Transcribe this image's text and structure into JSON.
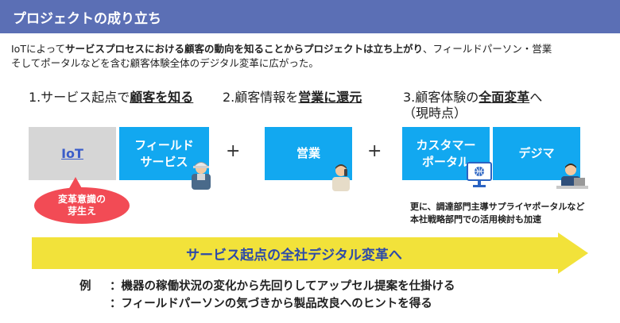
{
  "header": {
    "title": "プロジェクトの成り立ち"
  },
  "intro": {
    "line1_a": "IoTによって",
    "line1_b": "サービスプロセスにおける顧客の動向を知ることからプロジェクトは立ち上がり",
    "line1_c": "、フィールドパーソン・営業",
    "line2": "そしてポータルなどを含む顧客体験全体のデジタル変革に広がった。"
  },
  "steps": [
    {
      "num": "1.",
      "pre": "サービス起点で",
      "bold": "顧客を知る",
      "post": ""
    },
    {
      "num": "2.",
      "pre": "顧客情報を",
      "bold": "営業に還元",
      "post": ""
    },
    {
      "num": "3.",
      "pre": "顧客体験の",
      "bold": "全面変革",
      "post": "へ",
      "sub": "（現時点）"
    }
  ],
  "boxes": {
    "iot": "IoT",
    "field_line1": "フィールド",
    "field_line2": "サービス",
    "sales": "営業",
    "portal_line1": "カスタマー",
    "portal_line2": "ポータル",
    "dejima": "デジマ"
  },
  "plus": "+",
  "bubble": {
    "line1": "変革意識の",
    "line2": "芽生え"
  },
  "note": {
    "line1": "更に、調達部門主導サプライヤポータルなど",
    "line2": "本社戦略部門での活用検討も加速"
  },
  "arrow": {
    "label": "サービス起点の全社デジタル変革へ",
    "color": "#f2e23a"
  },
  "examples": {
    "prefix": "例",
    "items": [
      "：機器の稼働状況の変化から先回りしてアップセル提案を仕掛ける",
      "：フィールドパーソンの気づきから製品改良へのヒントを得る"
    ]
  },
  "colors": {
    "title_bar": "#5b6fb5",
    "box_blue": "#12a8f0",
    "box_gray": "#d6d6d6",
    "bubble": "#f24b55"
  }
}
